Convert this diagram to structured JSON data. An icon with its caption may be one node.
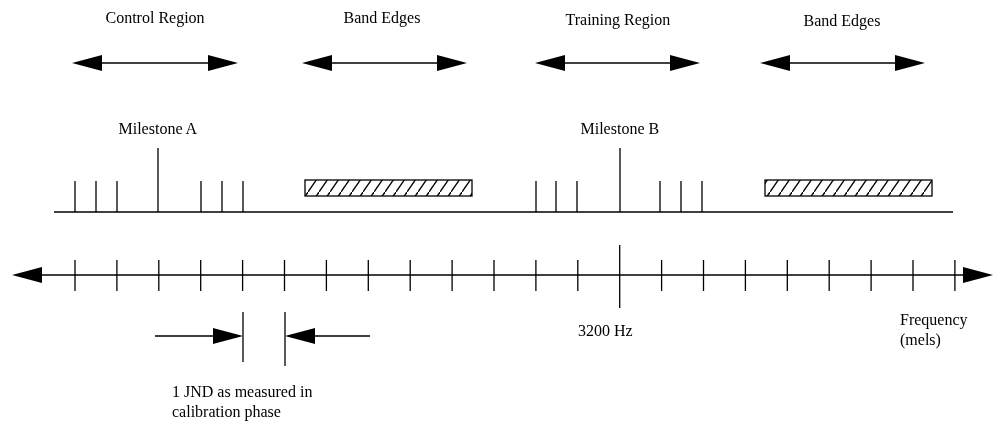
{
  "diagram": {
    "labels": [
      "Control Region",
      "Band Edges",
      "Training Region",
      "Band Edges",
      "Milestone A",
      "Milestone B",
      "3200 Hz",
      "Frequency (mels)",
      "1 JND as measured in calibration phase"
    ]
  }
}
